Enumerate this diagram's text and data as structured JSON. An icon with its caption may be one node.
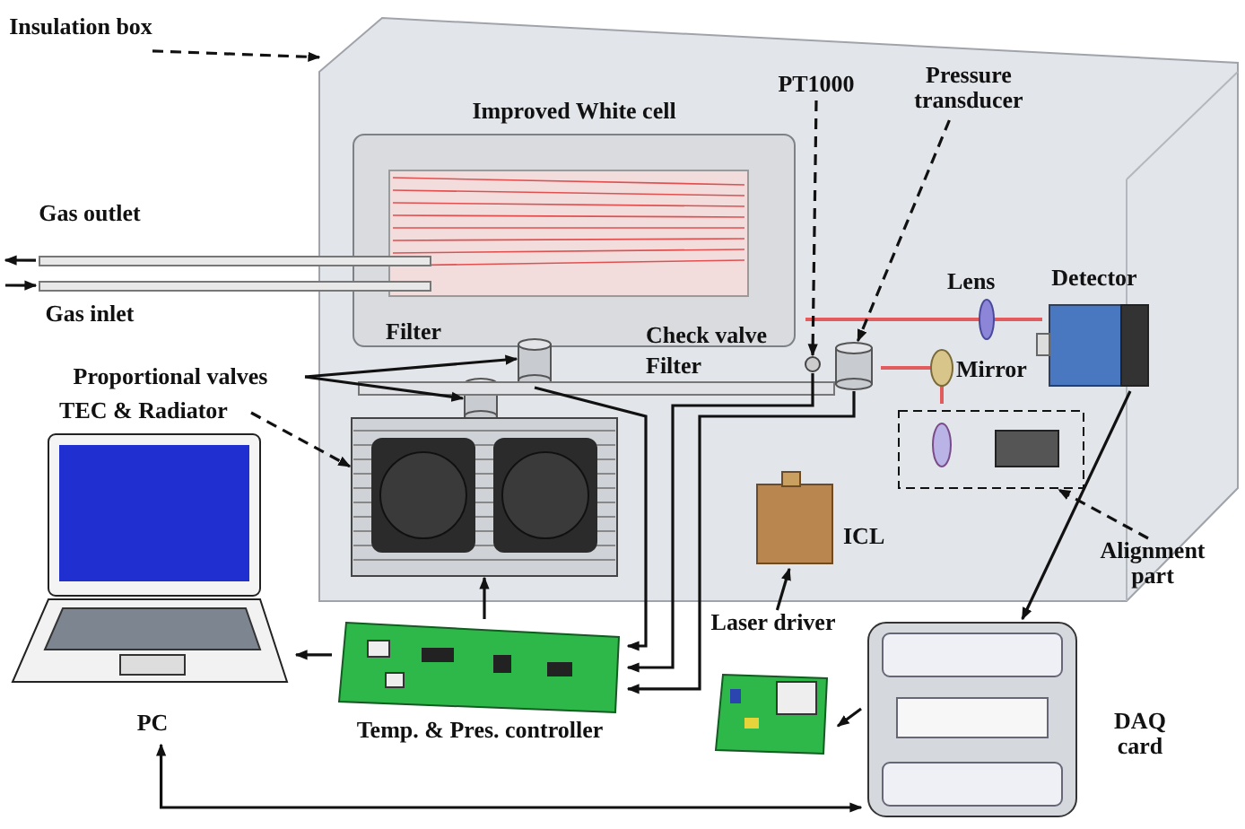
{
  "diagram": {
    "nodes": [
      {
        "text": [
          "Insulation box"
        ]
      },
      {
        "text": [],
        "shape": "box"
      },
      {
        "text": [
          "Improved White cell"
        ],
        "in": 1
      },
      {
        "text": [
          "Gas outlet"
        ]
      },
      {
        "text": [
          "Gas inlet"
        ]
      },
      {
        "text": [
          "Proportional valves"
        ]
      },
      {
        "text": [],
        "shape": "cylinder",
        "in": 1
      },
      {
        "text": [],
        "shape": "cylinder",
        "in": 1
      },
      {
        "text": [
          "PT1000"
        ],
        "in": 1
      },
      {
        "text": [],
        "shape": "circle",
        "in": 1
      },
      {
        "text": [
          "Pressure transducer"
        ],
        "in": 1
      },
      {
        "text": [],
        "shape": "cylinder",
        "in": 1
      },
      {
        "text": [
          "Detector"
        ],
        "in": 1
      },
      {
        "text": [
          "TEC & Radiator"
        ]
      },
      {
        "text": [],
        "shape": "picture",
        "in": 1
      },
      {
        "text": [
          "ICL"
        ],
        "in": 1
      },
      {
        "text": [
          "Alignment part"
        ],
        "in": 1
      },
      {
        "text": [],
        "shape": "box",
        "in": 1
      },
      {
        "text": [
          "PC"
        ]
      },
      {
        "text": [
          "Temp. & Pres. controller"
        ]
      },
      {
        "text": [
          "Laser driver"
        ]
      },
      {
        "text": [
          "DAQ card"
        ]
      }
    ],
    "edges": [
      {
        "from": 0,
        "to": 1,
        "arrow": "to",
        "style": "dashed"
      },
      {
        "from": 3,
        "to": null,
        "arrow": "to"
      },
      {
        "from": null,
        "to": 4,
        "arrow": "to"
      },
      {
        "from": 5,
        "to": 6,
        "arrow": "to"
      },
      {
        "from": 5,
        "to": 7,
        "arrow": "to"
      },
      {
        "from": 8,
        "to": 9,
        "arrow": "to",
        "style": "dashed"
      },
      {
        "from": 10,
        "to": 11,
        "arrow": "to",
        "style": "dashed"
      },
      {
        "from": 13,
        "to": 14,
        "arrow": "to",
        "style": "dashed"
      },
      {
        "from": 16,
        "to": 17,
        "arrow": "to",
        "style": "dashed"
      },
      {
        "from": 7,
        "to": 19,
        "arrow": "to"
      },
      {
        "from": 9,
        "to": 19,
        "arrow": "to"
      },
      {
        "from": 11,
        "to": 19,
        "arrow": "to"
      },
      {
        "from": 19,
        "to": 14,
        "arrow": "to"
      },
      {
        "from": 19,
        "to": 18,
        "arrow": "to"
      },
      {
        "from": 18,
        "to": 21,
        "arrow": "both"
      },
      {
        "from": 12,
        "to": 21,
        "arrow": "to"
      },
      {
        "from": 21,
        "to": 20,
        "arrow": "to"
      },
      {
        "from": 20,
        "to": 15,
        "arrow": "to"
      }
    ],
    "labels": [
      "Filter",
      "Check valve",
      "Filter",
      "Lens",
      "Mirror"
    ]
  }
}
